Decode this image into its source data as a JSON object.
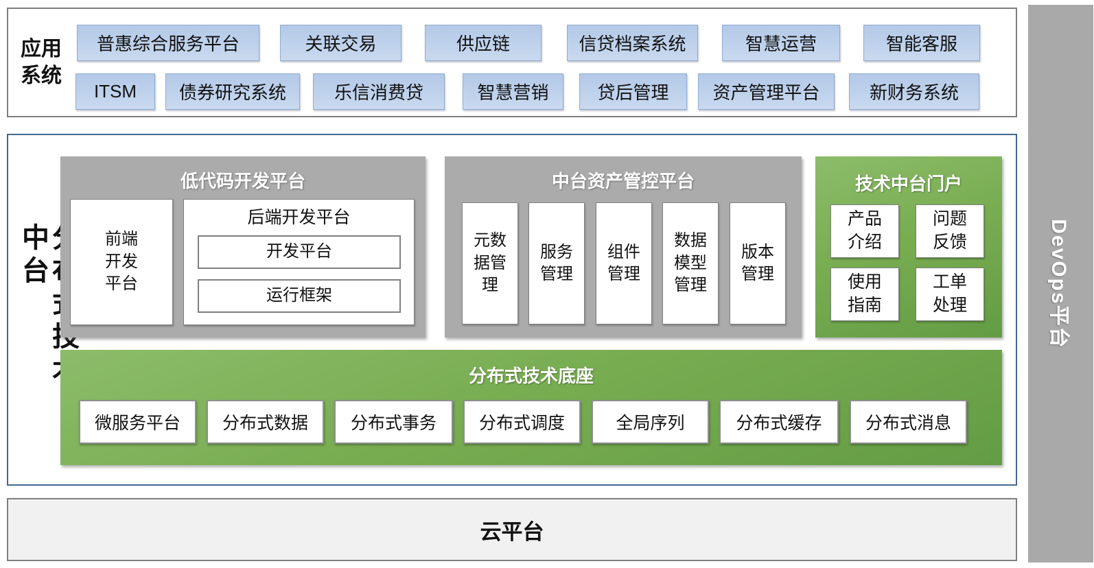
{
  "app_systems": {
    "label": "应用\n系统",
    "row1": [
      "普惠综合服务平台",
      "关联交易",
      "供应链",
      "信贷档案系统",
      "智慧运营",
      "智能客服"
    ],
    "row2": [
      "ITSM",
      "债券研究系统",
      "乐信消费贷",
      "智慧营销",
      "贷后管理",
      "资产管理平台",
      "新财务系统"
    ]
  },
  "middle_platform": {
    "vertical_label": "分布式技术中台",
    "low_code": {
      "title": "低代码开发平台",
      "frontend": "前端\n开发\n平台",
      "backend": {
        "title": "后端开发平台",
        "items": [
          "开发平台",
          "运行框架"
        ]
      }
    },
    "asset_control": {
      "title": "中台资产管控平台",
      "items": [
        "元数\n据管\n理",
        "服务\n管理",
        "组件\n管理",
        "数据\n模型\n管理",
        "版本\n管理"
      ]
    },
    "portal": {
      "title": "技术中台门户",
      "items": [
        "产品\n介绍",
        "问题\n反馈",
        "使用\n指南",
        "工单\n处理"
      ]
    },
    "base": {
      "title": "分布式技术底座",
      "items": [
        "微服务平台",
        "分布式数据",
        "分布式事务",
        "分布式调度",
        "全局序列",
        "分布式缓存",
        "分布式消息"
      ]
    }
  },
  "cloud_platform": {
    "label": "云平台"
  },
  "devops": {
    "label": "DevOps平台"
  },
  "colors": {
    "app_box_fill": "#bfd2ec",
    "app_box_border": "#90abd0",
    "gray_panel": "#ababab",
    "green_panel": "#74ab4e",
    "middle_border": "#44688e",
    "cloud_fill": "#f1f1f1",
    "devops_bar": "#a9a9a9"
  }
}
